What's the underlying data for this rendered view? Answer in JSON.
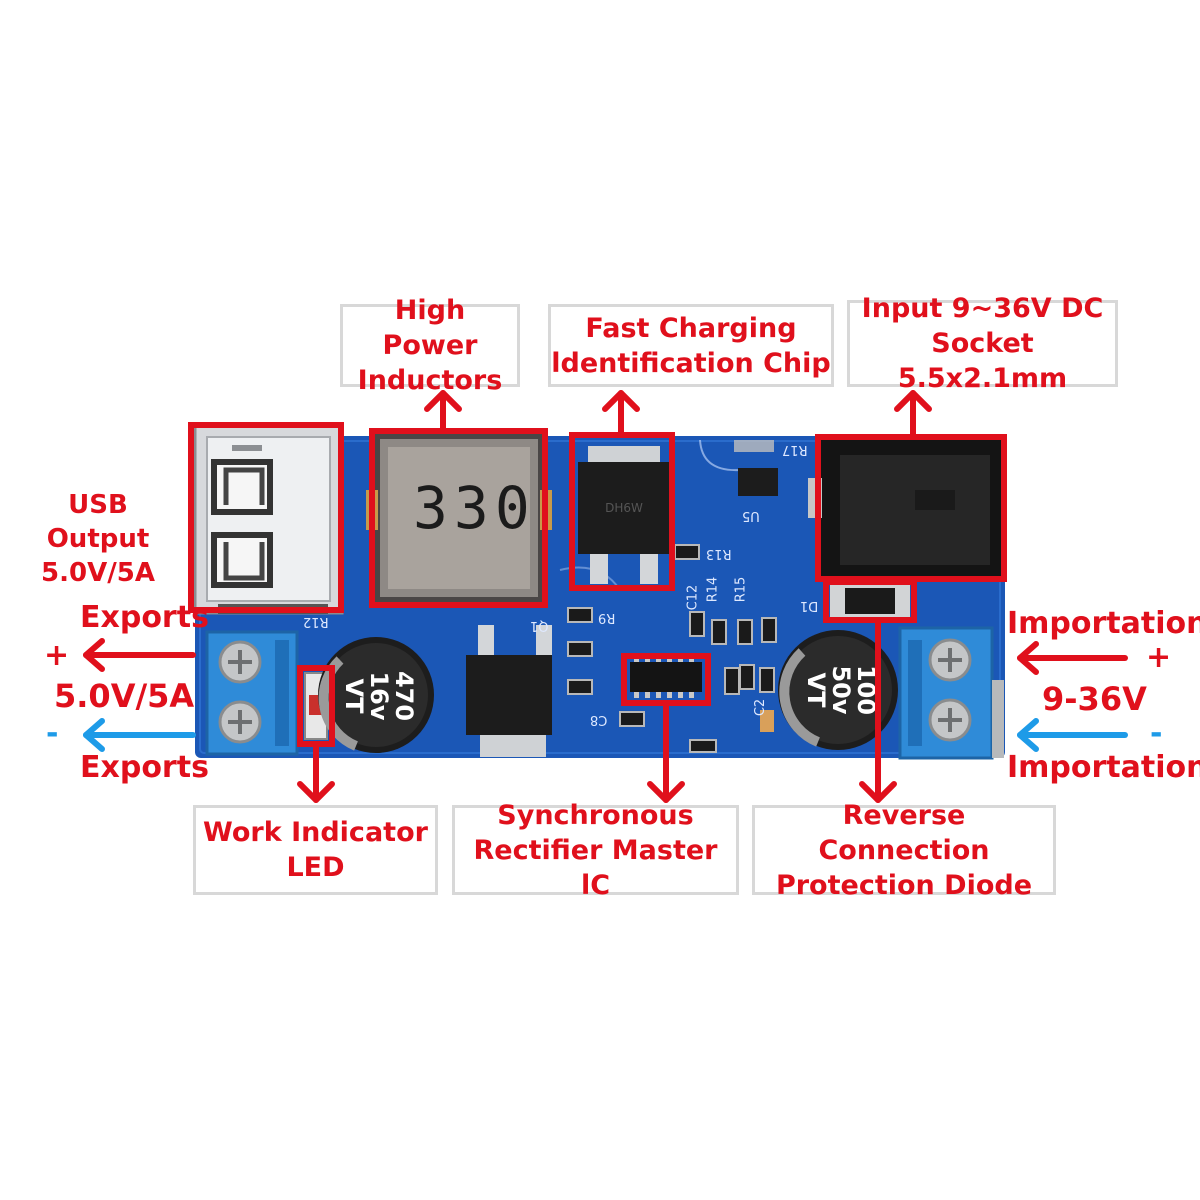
{
  "colors": {
    "annotation_red": "#e0101c",
    "annotation_blue": "#1e9be8",
    "pcb_blue": "#1b57b6",
    "terminal_blue": "#2f8bd8"
  },
  "callouts": {
    "high_power_inductors": "High Power\nInductors",
    "fast_charging_chip": "Fast Charging\nldentification Chip",
    "input_dc_socket": "Input 9~36V DC\nSocket 5.5x2.1mm",
    "usb_output": "USB Output\n5.0V/5A",
    "work_indicator_led": "Work Indicator\nLED",
    "synchronous_rectifier": "Synchronous\nRectifier Master lC",
    "reverse_protection_diode": "Reverse Connection\nProtection Diode"
  },
  "output_side": {
    "exports_top": "Exports",
    "plus": "+",
    "voltage": "5.0V/5A",
    "minus": "-",
    "exports_bottom": "Exports"
  },
  "input_side": {
    "importation_top": "Importation",
    "plus": "+",
    "voltage": "9-36V",
    "minus": "-",
    "importation_bottom": "Importation"
  },
  "board_markings": {
    "inductor_value": "330",
    "cap_left_value": "470",
    "cap_left_voltage": "16v",
    "cap_left_series": "VT",
    "cap_right_value": "100",
    "cap_right_voltage": "50v",
    "cap_right_series": "VT",
    "ref_r12": "R12",
    "ref_u5": "U5",
    "ref_r17": "R17",
    "ref_d1": "D1",
    "ref_r9": "R9",
    "ref_c8": "C8",
    "ref_r13": "R13",
    "ref_r14": "R14",
    "ref_r15": "R15",
    "ref_c12": "C12",
    "ref_q1": "Q1",
    "ref_c2": "C2"
  }
}
